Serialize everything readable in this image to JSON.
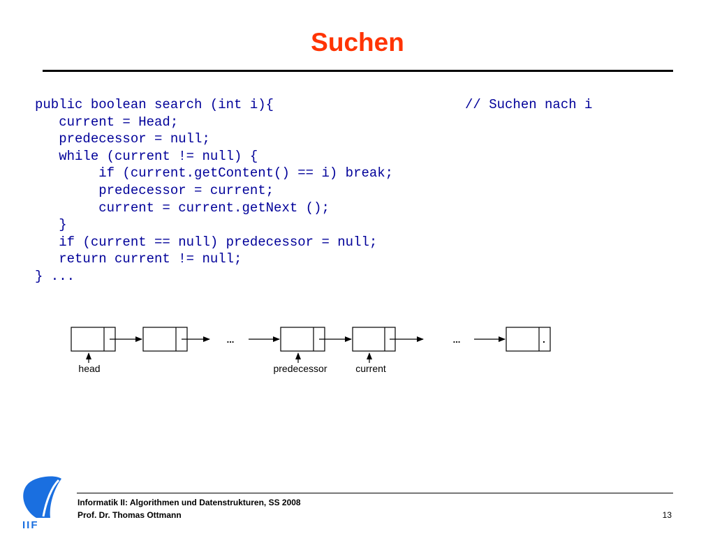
{
  "slide": {
    "title": "Suchen",
    "title_color": "#ff3300",
    "code_color": "#000099"
  },
  "code": {
    "lines": [
      "public boolean search (int i){",
      "   current = Head;",
      "   predecessor = null;",
      "   while (current != null) {",
      "        if (current.getContent() == i) break;",
      "        predecessor = current;",
      "        current = current.getNext ();",
      "   }",
      "   if (current == null) predecessor = null;",
      "   return current != null;",
      "} ..."
    ],
    "comment": "// Suchen nach i"
  },
  "diagram": {
    "ellipsis": "...",
    "null_marker": ".",
    "pointer_labels": {
      "head": "head",
      "predecessor": "predecessor",
      "current": "current"
    }
  },
  "footer": {
    "course": "Informatik II: Algorithmen und Datenstrukturen, SS 2008",
    "author": "Prof. Dr. Thomas Ottmann",
    "page_number": "13",
    "logo_text": "IIF",
    "logo_color": "#1a6fe0"
  }
}
